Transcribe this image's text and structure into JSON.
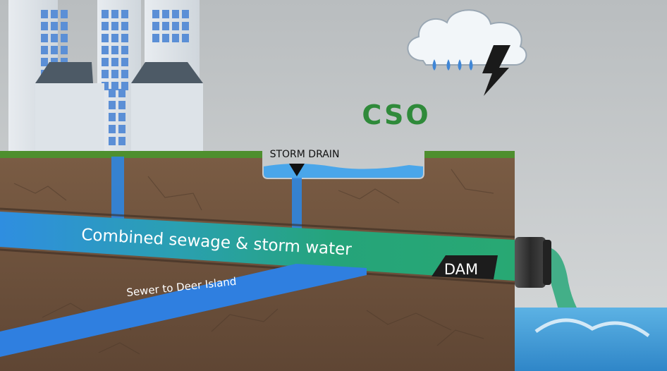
{
  "diagram": {
    "title": "CSO",
    "labels": {
      "storm_drain": "STORM DRAIN",
      "combined_pipe": "Combined sewage & storm water",
      "sewer_pipe": "Sewer to Deer Island",
      "dam": "DAM"
    },
    "icons": [
      "building-icon",
      "storm-cloud-icon",
      "lightning-bolt-icon",
      "rain-drop-icon",
      "outfall-pipe-icon"
    ],
    "colors": {
      "sky": "#c4c8ca",
      "title_green": "#2f8a3a",
      "soil": "#735640",
      "grass": "#4e8f2e",
      "clean_water": "#2f86e0",
      "combined_water": "#2aa17a",
      "harbor_water": "#3f9fd8",
      "dam": "#1c1c1c",
      "bolt": "#1a1a1a"
    }
  }
}
